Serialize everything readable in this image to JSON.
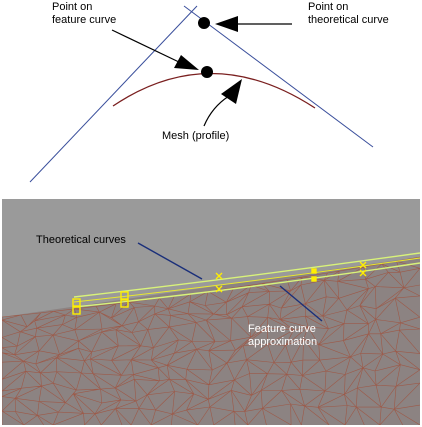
{
  "top_diagram": {
    "labels": {
      "point_on_feature_curve": [
        "Point on",
        "feature curve"
      ],
      "point_on_theoretical_curve": [
        "Point on",
        "theoretical curve"
      ],
      "mesh_profile": "Mesh (profile)"
    },
    "colors": {
      "tangent_lines": "#3a4f9c",
      "mesh_curve": "#7a1f1f",
      "points": "#000000"
    }
  },
  "screenshot": {
    "labels": {
      "theoretical_curves": "Theoretical curves",
      "feature_curve_approximation": [
        "Feature curve",
        "approximation"
      ]
    },
    "colors": {
      "background": "#9a9a9a",
      "mesh_fill": "#8c8382",
      "mesh_lines": "#a0523e",
      "theoretical_curves": "#d8f27a",
      "feature_curve": "#e8e830",
      "markers": "#ffee00",
      "leader_lines": "#1a2f7a"
    }
  }
}
